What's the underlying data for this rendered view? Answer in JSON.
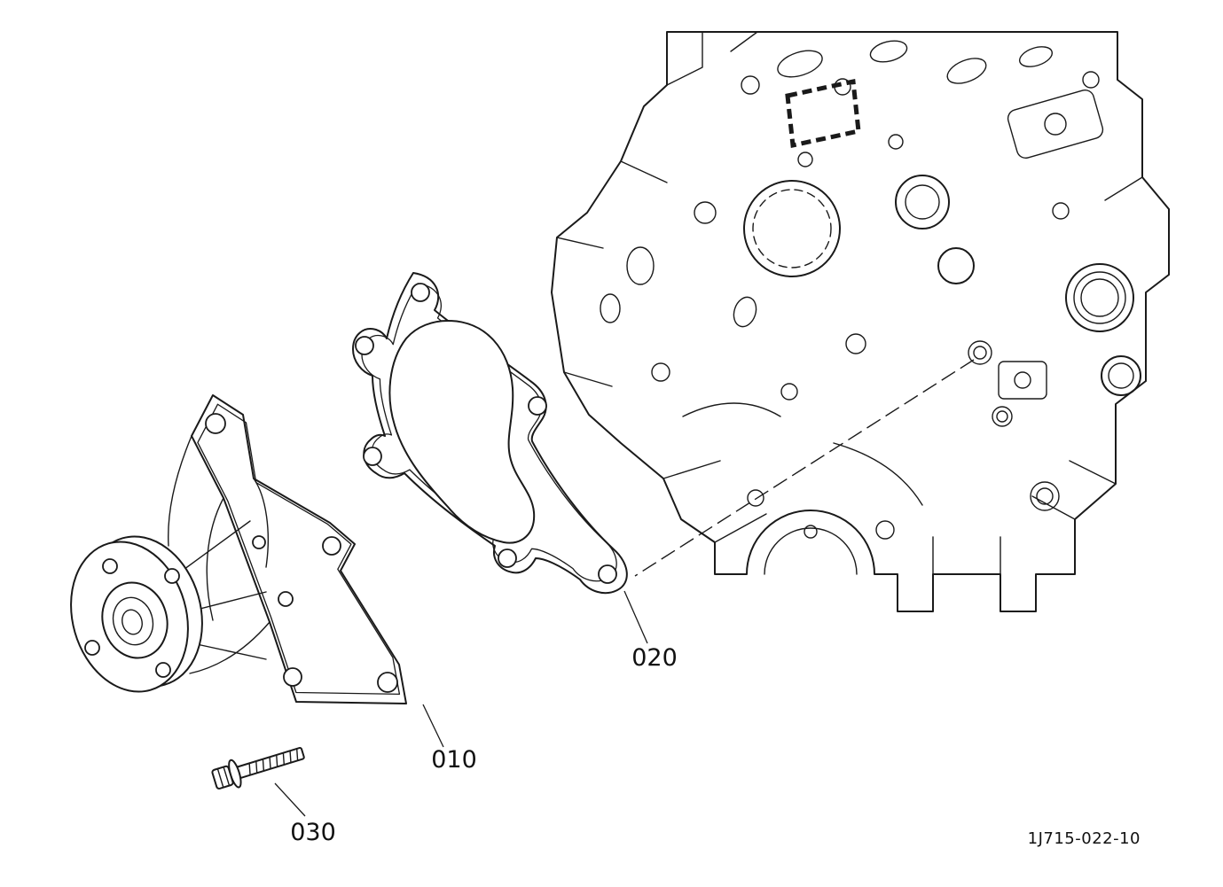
{
  "diagram": {
    "labels": {
      "part_010": "010",
      "part_020": "020",
      "part_030": "030"
    },
    "figure_code": "1J715-022-10",
    "colors": {
      "line": "#1a1a1a",
      "background": "#ffffff"
    }
  }
}
